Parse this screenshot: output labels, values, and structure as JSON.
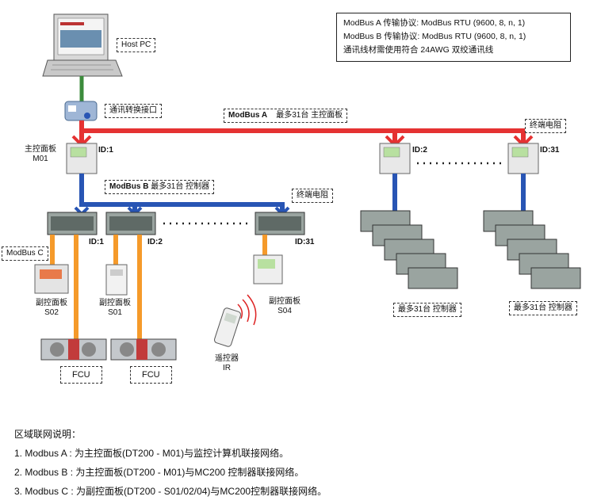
{
  "protocol_box": {
    "line1": "ModBus A 传输协议: ModBus RTU (9600, 8, n, 1)",
    "line2": "ModBus B 传输协议: ModBus RTU (9600, 8, n, 1)",
    "line3": "通讯线材需使用符合 24AWG 双绞通讯线"
  },
  "labels": {
    "host_pc": "Host PC",
    "converter": "通讯转换接口",
    "modbus_a": "ModBus A",
    "modbus_a_max": "最多31台 主控面板",
    "terminal_a": "终端电阻",
    "main_panel": "主控面板",
    "main_panel_id": "M01",
    "id_1": "ID:1",
    "id_2": "ID:2",
    "id_31": "ID:31",
    "modbus_b": "ModBus B",
    "modbus_b_max": "最多31台 控制器",
    "terminal_b": "终端电阻",
    "modbus_c": "ModBus C",
    "ctrl_id_1": "ID:1",
    "ctrl_id_2": "ID:2",
    "ctrl_id_31": "ID:31",
    "sub_panel_a": "副控面板",
    "sub_panel_a_id": "S02",
    "sub_panel_b": "副控面板",
    "sub_panel_b_id": "S01",
    "sub_panel_c": "副控面板",
    "sub_panel_c_id": "S04",
    "remote": "遥控器",
    "remote_id": "IR",
    "fcu_1": "FCU",
    "fcu_2": "FCU",
    "max_ctrl_1": "最多31台 控制器",
    "max_ctrl_2": "最多31台 控制器"
  },
  "notes": {
    "title": "区域联网说明：",
    "item1": "1. Modbus A : 为主控面板(DT200 - M01)与监控计算机联接网络。",
    "item2": "2. Modbus B : 为主控面板(DT200 - M01)与MC200 控制器联接网络。",
    "item3": "3. Modbus C : 为副控面板(DT200 - S01/02/04)与MC200控制器联接网络。"
  },
  "colors": {
    "modbus_a": "#e53232",
    "modbus_b": "#2855b4",
    "modbus_c": "#f59a2a",
    "host_link": "#3c8c3c"
  }
}
